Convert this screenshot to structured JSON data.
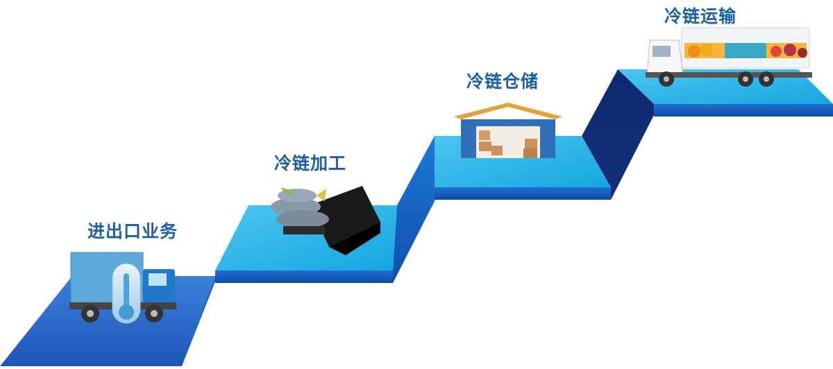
{
  "steps": [
    {
      "label": "进出口业务",
      "icon": "refrigerated-truck-thermometer-icon"
    },
    {
      "label": "冷链加工",
      "icon": "fish-processing-box-icon"
    },
    {
      "label": "冷链仓储",
      "icon": "cold-storage-warehouse-icon"
    },
    {
      "label": "冷链运输",
      "icon": "produce-truck-icon"
    }
  ],
  "colors": {
    "step_top_light": "#29b6e8",
    "step_riser_blue": "#1565c0",
    "step_riser_dark": "#0d2a6b",
    "label_text": "#1a5fa8"
  }
}
